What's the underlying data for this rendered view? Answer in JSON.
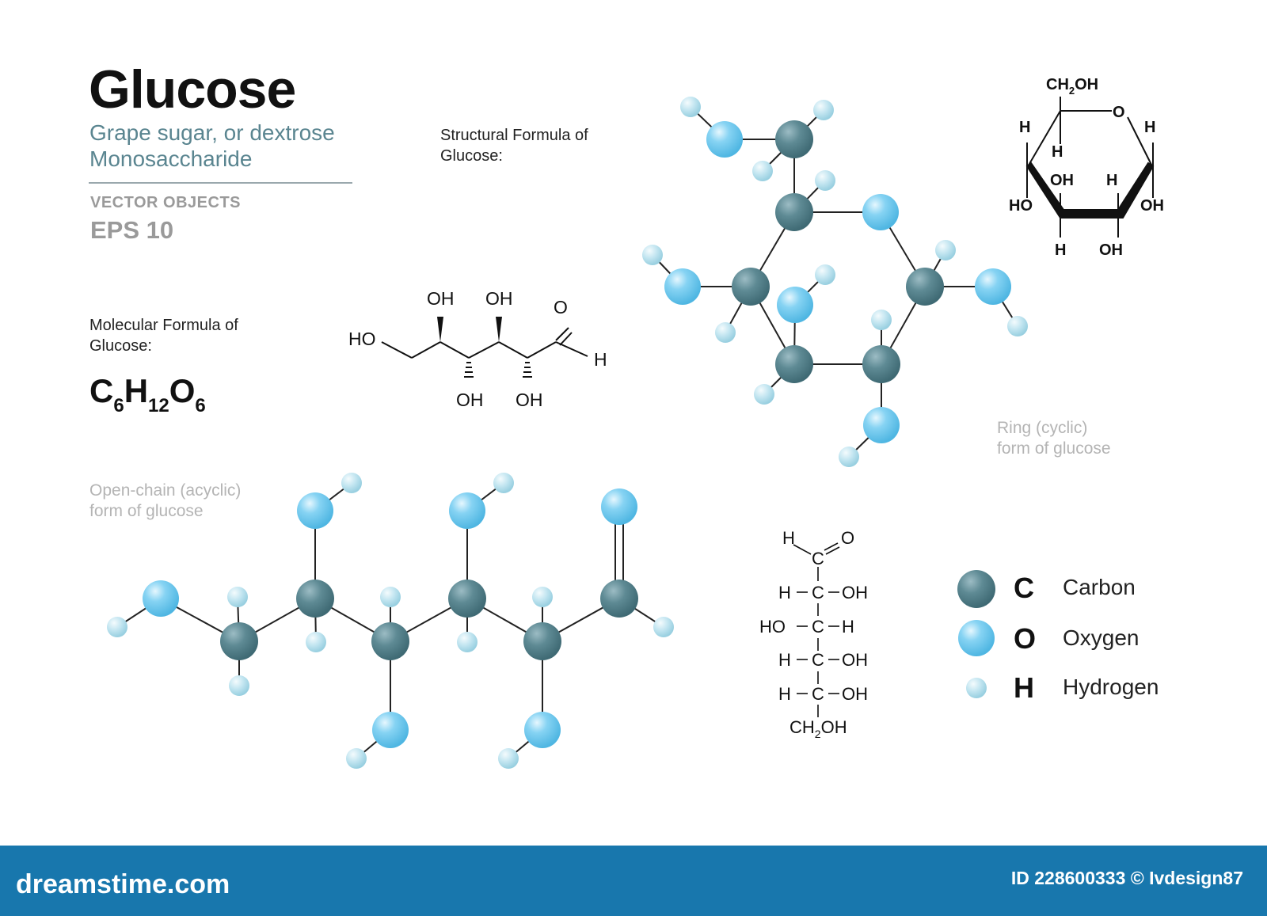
{
  "header": {
    "title": "Glucose",
    "subtitle_1": "Grape sugar, or dextrose",
    "subtitle_2": "Monosaccharide",
    "vector_objects": "VECTOR OBJECTS",
    "eps": "EPS 10"
  },
  "molecular_formula": {
    "caption_1": "Molecular Formula of",
    "caption_2": "Glucose:",
    "C": "C",
    "C_count": "6",
    "H": "H",
    "H_count": "12",
    "O": "O",
    "O_count": "6"
  },
  "structural_formula": {
    "caption_1": "Structural  Formula of",
    "caption_2": "Glucose:",
    "labels": {
      "oh": "OH",
      "ho": "HO",
      "o": "O",
      "h": "H"
    }
  },
  "open_chain": {
    "caption_1": "Open-chain (acyclic)",
    "caption_2": "form of glucose"
  },
  "ring": {
    "caption_1": "Ring (cyclic)",
    "caption_2": "form of glucose",
    "haworth": {
      "ch2": "CH",
      "two": "2",
      "oh": "OH",
      "ho": "HO",
      "o": "O",
      "h": "H"
    }
  },
  "fischer": {
    "h": "H",
    "o": "O",
    "c": "C",
    "oh": "OH",
    "ho": "HO",
    "ch2": "CH",
    "two": "2"
  },
  "legend": {
    "carbon_symbol": "C",
    "carbon": "Carbon",
    "oxygen_symbol": "O",
    "oxygen": "Oxygen",
    "hydrogen_symbol": "H",
    "hydrogen": "Hydrogen"
  },
  "footer": {
    "brand": "dreamstime.com",
    "stock_id": "ID 228600333 © Ivdesign87"
  },
  "colors": {
    "carbon": "#5e8a94",
    "oxygen": "#7fd0f2",
    "hydrogen": "#c2e6f2",
    "footer": "#1877ad"
  }
}
